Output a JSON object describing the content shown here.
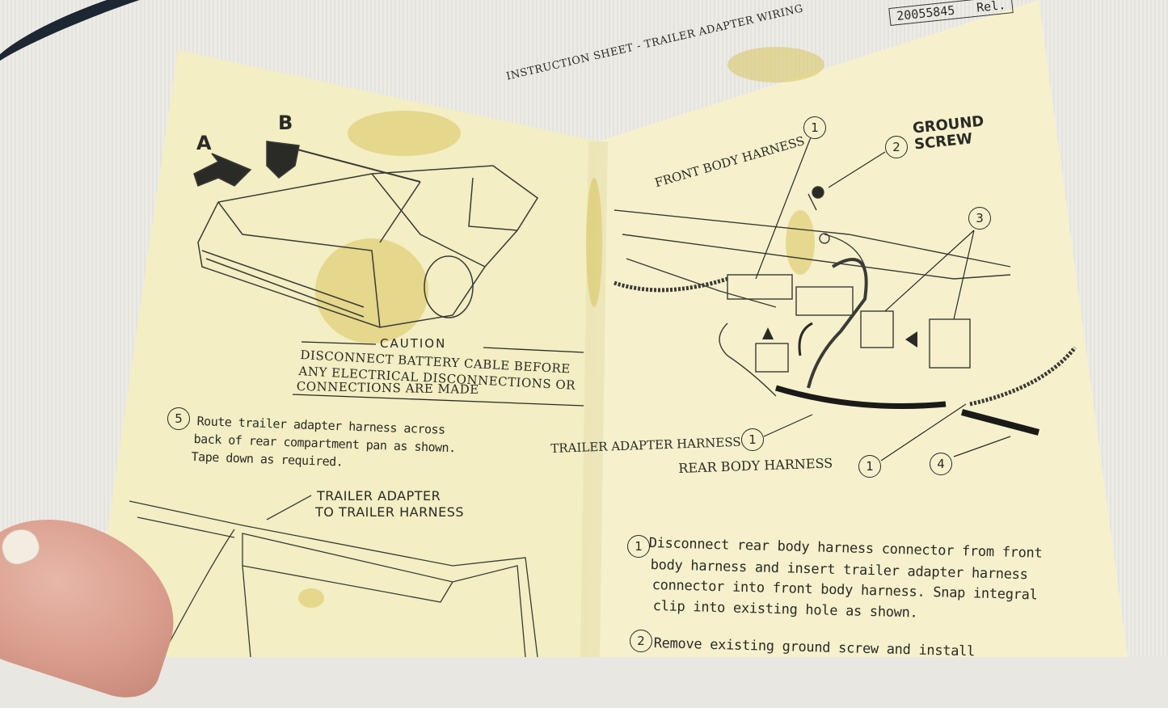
{
  "document": {
    "doc_number": "20055845",
    "rel": "Rel.",
    "title": "INSTRUCTION SHEET - TRAILER ADAPTER WIRING"
  },
  "left_panel": {
    "label_a": "A",
    "label_b": "B",
    "caution": {
      "heading": "CAUTION",
      "lines": [
        "DISCONNECT BATTERY CABLE BEFORE",
        "ANY ELECTRICAL DISCONNECTIONS OR",
        "CONNECTIONS ARE MADE"
      ]
    },
    "step5": {
      "number": "5",
      "lines": [
        "Route trailer adapter harness across",
        "back of rear compartment pan as shown.",
        "Tape down as required."
      ]
    },
    "callout": [
      "TRAILER ADAPTER",
      "TO TRAILER HARNESS"
    ]
  },
  "right_panel": {
    "callouts": {
      "front_body_harness": "FRONT BODY HARNESS",
      "front_body_num": "1",
      "ground_screw_num": "2",
      "ground_screw": [
        "GROUND",
        "SCREW"
      ],
      "connector_num": "3",
      "trailer_adapter_harness": "TRAILER ADAPTER HARNESS",
      "trailer_adapter_num": "1",
      "rear_body_harness": "REAR BODY HARNESS",
      "rear_body_num": "1",
      "tape_num": "4"
    },
    "instructions": {
      "step1_num": "1",
      "step1_lines": [
        "Disconnect rear body harness connector from front",
        "body harness and insert trailer adapter harness",
        "connector into front body harness.  Snap integral",
        "clip into existing hole as shown."
      ],
      "step2_num": "2",
      "step2_line": "Remove existing ground screw and install"
    }
  },
  "colors": {
    "paper": "#f4efc6",
    "stain": "#d9c765",
    "ink": "#2a2a26",
    "table": "#e9e7e2"
  }
}
